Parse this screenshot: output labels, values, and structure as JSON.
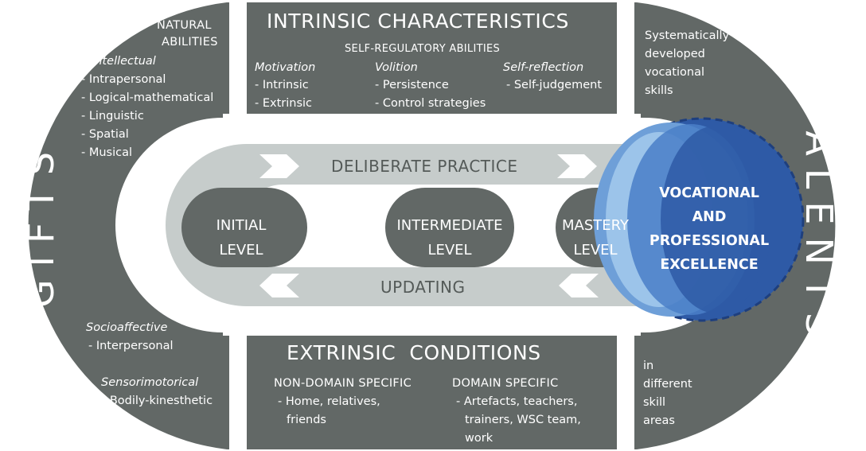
{
  "gifts": {
    "title": "GIFTS",
    "natural_abilities": [
      "NATURAL",
      "ABILITIES"
    ],
    "intellectual": {
      "heading": "Intellectual",
      "items": [
        "- Intrapersonal",
        "- Logical-mathematical",
        "- Linguistic",
        "- Spatial",
        "- Musical"
      ]
    },
    "socioaffective": {
      "heading": "Socioaffective",
      "items": [
        "- Interpersonal"
      ]
    },
    "sensorimotorical": {
      "heading": "Sensorimotorical",
      "items": [
        "- Bodily-kinesthetic"
      ]
    }
  },
  "intrinsic": {
    "title": "INTRINSIC CHARACTERISTICS",
    "subtitle": "SELF-REGULATORY ABILITIES",
    "motivation": {
      "heading": "Motivation",
      "items": [
        "- Intrinsic",
        "- Extrinsic"
      ]
    },
    "volition": {
      "heading": "Volition",
      "items": [
        "- Persistence",
        "- Control strategies"
      ]
    },
    "self_reflection": {
      "heading": "Self-reflection",
      "items": [
        "- Self-judgement"
      ]
    }
  },
  "extrinsic": {
    "title": "EXTRINSIC  CONDITIONS",
    "non_domain": {
      "heading": "NON-DOMAIN SPECIFIC",
      "items": [
        "- Home, relatives,",
        "friends"
      ]
    },
    "domain": {
      "heading": "DOMAIN SPECIFIC",
      "items": [
        "- Artefacts, teachers,",
        "trainers, WSC team,",
        "work"
      ]
    }
  },
  "talents": {
    "title": "TALENTS",
    "top_text": [
      "Systematically",
      "developed",
      "vocational",
      "skills"
    ],
    "bottom_text": [
      "in",
      "different",
      "skill",
      "areas"
    ]
  },
  "track": {
    "deliberate_practice": "DELIBERATE PRACTICE",
    "updating": "UPDATING",
    "levels": [
      {
        "line1": "INITIAL",
        "line2": "LEVEL"
      },
      {
        "line1": "INTERMEDIATE",
        "line2": "LEVEL"
      },
      {
        "line1": "MASTERY",
        "line2": "LEVEL"
      }
    ]
  },
  "excellence": {
    "lines": [
      "VOCATIONAL",
      "AND",
      "PROFESSIONAL",
      "EXCELLENCE"
    ]
  },
  "colors": {
    "dark_gray": "#626866",
    "light_gray": "#c6cccb",
    "text_gray": "#545a58",
    "blue_dark": "#2e5aa6",
    "blue_mid": "#4a7fc8",
    "blue_light": "#8bb8e6"
  }
}
